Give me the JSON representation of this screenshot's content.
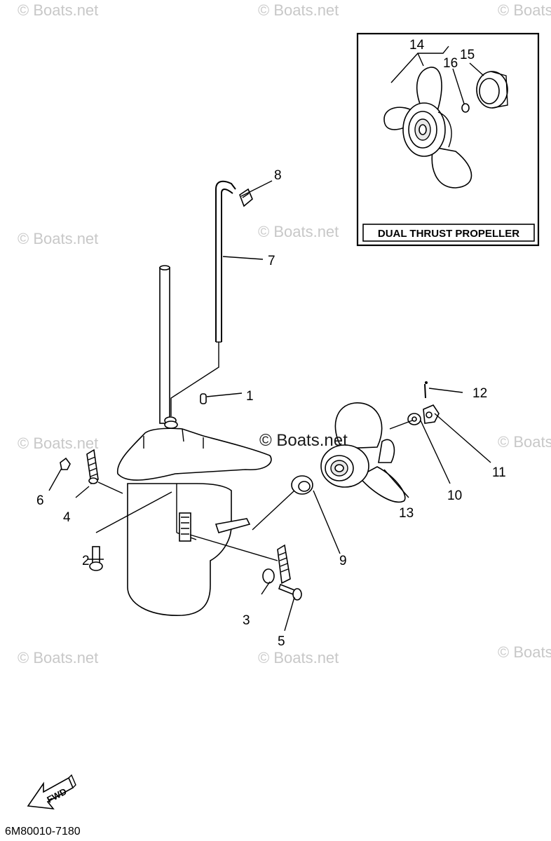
{
  "watermark": "© Boats.net",
  "inset": {
    "title": "DUAL THRUST PROPELLER"
  },
  "callouts": {
    "p1": "1",
    "p2": "2",
    "p3": "3",
    "p4": "4",
    "p5": "5",
    "p6": "6",
    "p7": "7",
    "p8": "8",
    "p9": "9",
    "p10": "10",
    "p11": "11",
    "p12": "12",
    "p13": "13",
    "p14": "14",
    "p15": "15",
    "p16": "16"
  },
  "fwd_label": "FWD",
  "diagram_code": "6M80010-7180"
}
